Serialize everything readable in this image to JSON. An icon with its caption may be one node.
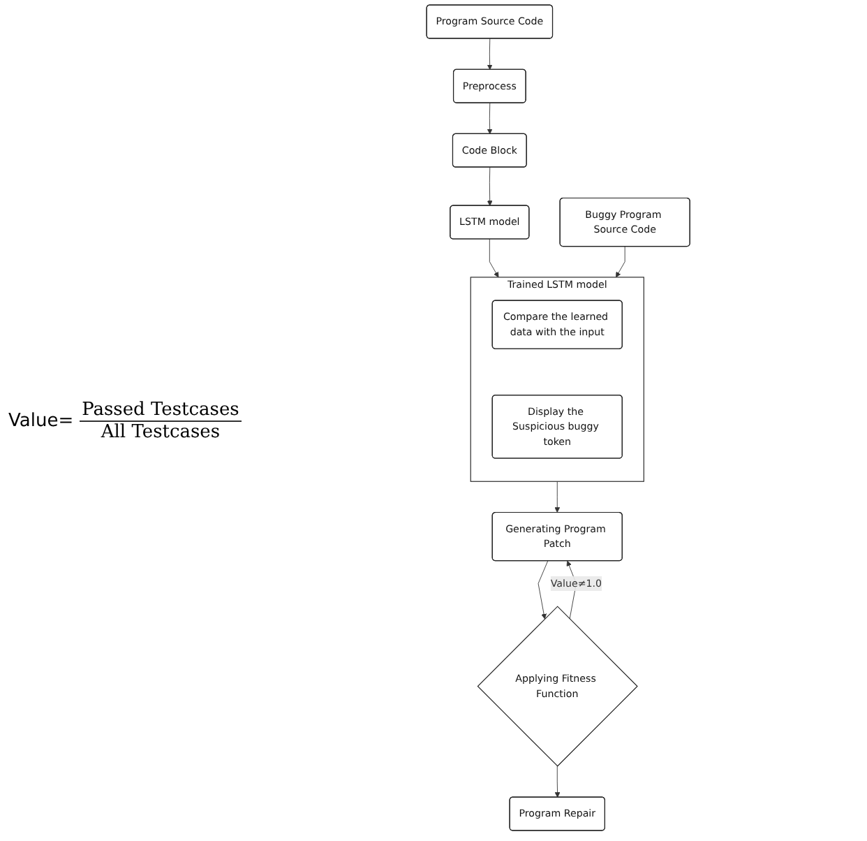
{
  "diagram": {
    "nodes": [
      {
        "text": [
          "Program Source Code"
        ]
      },
      {
        "text": [
          "Preprocess"
        ]
      },
      {
        "text": [
          "Code Block"
        ]
      },
      {
        "text": [
          "LSTM model"
        ]
      },
      {
        "text": [
          "Trained LSTM model"
        ]
      },
      {
        "text": [
          "Compare the learned data with the input"
        ],
        "in": 4
      },
      {
        "text": [
          "Display the Suspicious buggy token"
        ],
        "in": 4
      },
      {
        "text": [
          "Buggy Program Source Code"
        ]
      },
      {
        "text": [
          "Generating Program Patch"
        ]
      },
      {
        "text": [
          "Applying Fitness Function"
        ]
      },
      {
        "text": [
          "Program Repair"
        ]
      }
    ],
    "edges": [
      {
        "from": 0,
        "to": 1,
        "arrow": "to"
      },
      {
        "from": 1,
        "to": 2,
        "arrow": "to"
      },
      {
        "from": 2,
        "to": 3,
        "arrow": "to"
      },
      {
        "from": 3,
        "to": 4,
        "arrow": "to"
      },
      {
        "from": 7,
        "to": 4,
        "arrow": "to"
      },
      {
        "from": 4,
        "to": 8,
        "arrow": "to"
      },
      {
        "from": 8,
        "to": 9,
        "arrow": "to"
      },
      {
        "from": 9,
        "to": 8,
        "arrow": "to",
        "label": "Value≠1.0"
      },
      {
        "from": 9,
        "to": 10,
        "arrow": "to"
      }
    ],
    "labels": [
      "Value=",
      "Passed Testcases",
      "All Testcases"
    ]
  }
}
